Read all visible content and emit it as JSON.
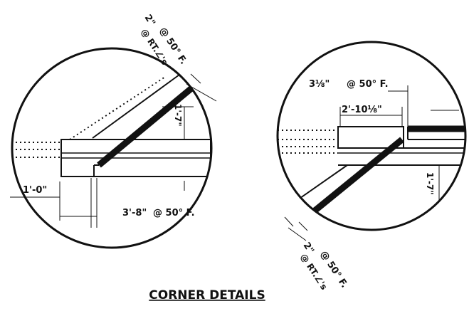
{
  "title": "CORNER DETAILS",
  "left_detail": {
    "expansion_gap": "2\"",
    "expansion_temp": "@ 50° F.",
    "at_right_angle": "@ RT.∠'s",
    "diag_offset": "1'-7\"",
    "horiz_offset": "1'-0\"",
    "gap_dim": "3'-8\"",
    "gap_temp": "@  50° F."
  },
  "right_detail": {
    "top_gap": "3⅛\"",
    "top_gap_temp": "@ 50° F.",
    "top_offset": "2'-10⅛\"",
    "vert_offset": "1'-7\"",
    "expansion_gap": "2\"",
    "expansion_temp": "@ 50° F.",
    "at_right_angle": "@ RT.∠'s"
  },
  "colors": {
    "ink": "#111111",
    "paper": "#ffffff"
  }
}
